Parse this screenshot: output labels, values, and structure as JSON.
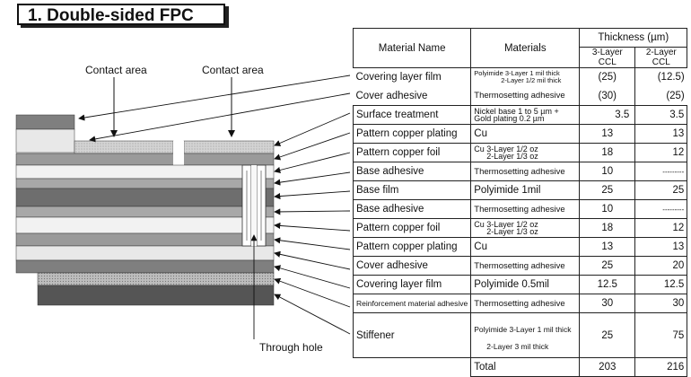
{
  "title": "1. Double-sided FPC",
  "labels": {
    "contact_area_1": "Contact area",
    "contact_area_2": "Contact area",
    "through_hole": "Through hole"
  },
  "table": {
    "col_name": "Material Name",
    "col_materials": "Materials",
    "col_thickness": "Thickness (µm)",
    "col_3layer": "3-Layer CCL",
    "col_2layer": "2-Layer CCL",
    "rows": [
      {
        "name": "Covering layer film",
        "mat_lines": [
          "Polyimide 3-Layer 1 mil thick",
          "2-Layer 1/2 mil thick"
        ],
        "v3": "(25)",
        "v2": "(12.5)"
      },
      {
        "name": "Cover adhesive",
        "mat": "Thermosetting adhesive",
        "v3": "(30)",
        "v2": "(25)"
      },
      {
        "name": "Surface treatment",
        "mat_lines": [
          "Nickel base 1 to 5 µm +",
          "Gold plating 0.2 µm"
        ],
        "v3": "3.5",
        "v2": "3.5"
      },
      {
        "name": "Pattern copper plating",
        "mat": "Cu",
        "v3": "13",
        "v2": "13"
      },
      {
        "name": "Pattern copper foil",
        "mat_lines": [
          "Cu 3-Layer 1/2 oz",
          "2-Layer 1/3 oz"
        ],
        "v3": "18",
        "v2": "12"
      },
      {
        "name": "Base adhesive",
        "mat": "Thermosetting adhesive",
        "v3": "10",
        "v2": "---------"
      },
      {
        "name": "Base film",
        "mat": "Polyimide 1mil",
        "v3": "25",
        "v2": "25"
      },
      {
        "name": "Base adhesive",
        "mat": "Thermosetting adhesive",
        "v3": "10",
        "v2": "---------"
      },
      {
        "name": "Pattern copper foil",
        "mat_lines": [
          "Cu 3-Layer 1/2 oz",
          "2-Layer 1/3 oz"
        ],
        "v3": "18",
        "v2": "12"
      },
      {
        "name": "Pattern copper plating",
        "mat": "Cu",
        "v3": "13",
        "v2": "13"
      },
      {
        "name": "Cover adhesive",
        "mat": "Thermosetting adhesive",
        "v3": "25",
        "v2": "20"
      },
      {
        "name": "Covering layer film",
        "mat": "Polyimide 0.5mil",
        "v3": "12.5",
        "v2": "12.5"
      },
      {
        "name": "Reinforcement material adhesive",
        "mat": "Thermosetting adhesive",
        "v3": "30",
        "v2": "30"
      },
      {
        "name": "Stiffener",
        "mat_lines": [
          "Polyimide 3-Layer 1 mil thick",
          "2-Layer 3 mil thick"
        ],
        "v3": "25",
        "v2": "75"
      }
    ],
    "total_label": "Total",
    "total_v3": "203",
    "total_v2": "216"
  }
}
